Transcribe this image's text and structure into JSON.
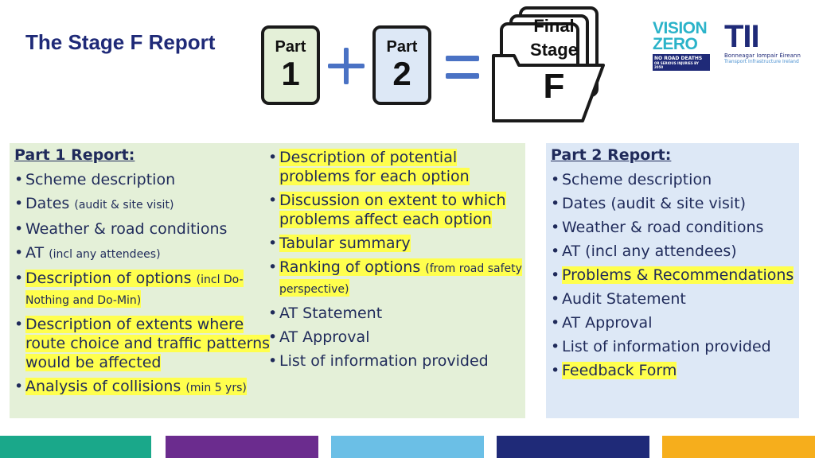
{
  "title": "The Stage F Report",
  "part1": {
    "label": "Part",
    "number": "1"
  },
  "part2": {
    "label": "Part",
    "number": "2"
  },
  "final": {
    "line1": "Final",
    "line2": "Stage",
    "letter": "F"
  },
  "logos": {
    "vision_zero": {
      "line1": "VISION",
      "line2": "ZERO",
      "tagline": "NO ROAD DEATHS",
      "subtag": "OR SERIOUS INJURIES BY 2050"
    },
    "tii": {
      "mark": "TII",
      "line1": "Bonneagar Iompair Éireann",
      "line2": "Transport Infrastructure Ireland"
    }
  },
  "part1_report": {
    "heading": "Part 1 Report:",
    "items": [
      {
        "text": "Scheme description",
        "note": ""
      },
      {
        "text": "Dates",
        "note": "(audit & site visit)"
      },
      {
        "text": "Weather & road conditions",
        "note": ""
      },
      {
        "text": "AT",
        "note": "(incl any attendees)"
      },
      {
        "text": "Description of options",
        "note": "(incl Do-Nothing and Do-Min)"
      },
      {
        "text": "Description of extents where route choice and traffic patterns would be affected",
        "note": ""
      },
      {
        "text": "Analysis of collisions",
        "note": "(min 5 yrs)"
      }
    ]
  },
  "part1_continued": {
    "items": [
      {
        "text": "Description of potential problems for each option",
        "note": ""
      },
      {
        "text": "Discussion on extent to which problems affect each option",
        "note": ""
      },
      {
        "text": "Tabular summary",
        "note": ""
      },
      {
        "text": "Ranking of options",
        "note": "(from road safety perspective)"
      },
      {
        "text": "AT Statement",
        "note": ""
      },
      {
        "text": "AT Approval",
        "note": ""
      },
      {
        "text": "List of information provided",
        "note": ""
      }
    ]
  },
  "part2_report": {
    "heading": "Part 2 Report:",
    "items": [
      {
        "text": "Scheme description"
      },
      {
        "text": "Dates (audit & site visit)"
      },
      {
        "text": "Weather & road conditions"
      },
      {
        "text": "AT (incl any attendees)"
      },
      {
        "text": "Problems & Recommendations"
      },
      {
        "text": "Audit Statement"
      },
      {
        "text": "AT Approval"
      },
      {
        "text": "List of information provided"
      },
      {
        "text": "Feedback Form"
      }
    ]
  },
  "colors": {
    "title": "#1f2a78",
    "highlight": "#ffff4d",
    "part1_bg": "#e4f0d8",
    "part2_bg": "#dde8f6",
    "operator": "#4a72c4",
    "footer": [
      "#1aa88a",
      "#6b2c8e",
      "#6bbfe6",
      "#1f2a78",
      "#f6ae1c"
    ]
  }
}
